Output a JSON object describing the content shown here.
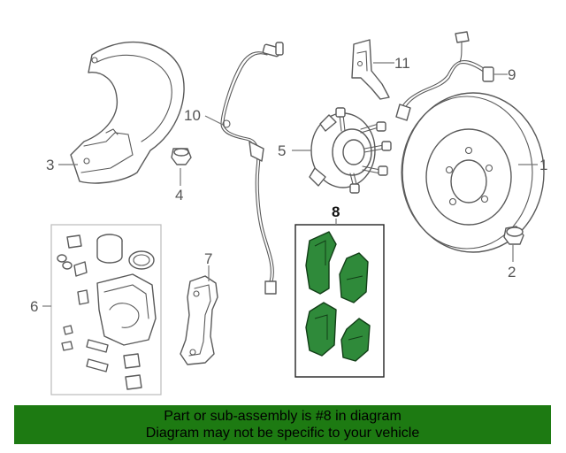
{
  "callouts": {
    "c1": "1",
    "c2": "2",
    "c3": "3",
    "c4": "4",
    "c5": "5",
    "c6": "6",
    "c7": "7",
    "c8": "8",
    "c9": "9",
    "c10": "10",
    "c11": "11"
  },
  "highlighted_part": "8",
  "colors": {
    "highlight_fill": "#2f8a3a",
    "banner_background": "#1d7a12"
  },
  "banner": {
    "line1": "Part or sub-assembly is #8 in diagram",
    "line2": "Diagram may not be specific to your vehicle"
  }
}
